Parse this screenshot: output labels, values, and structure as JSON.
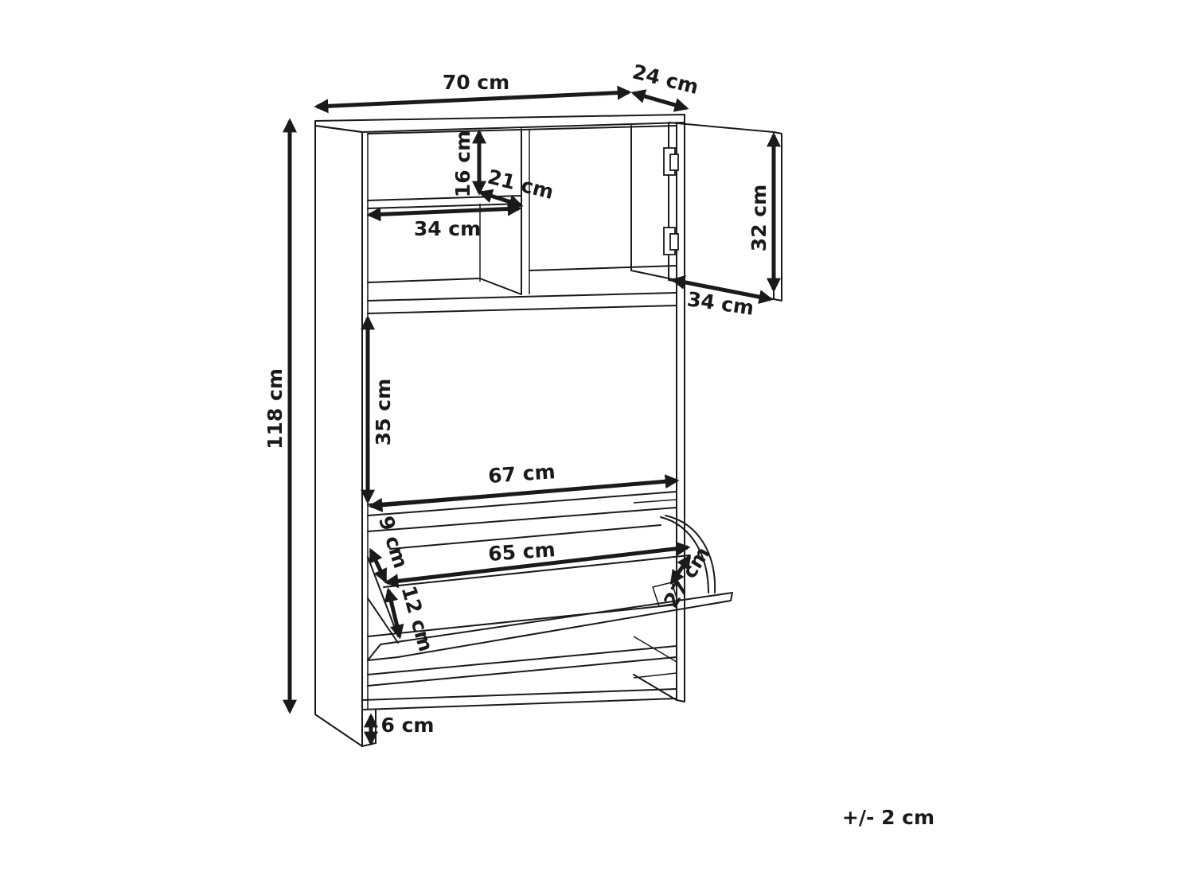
{
  "dimensions": {
    "width": "70 cm",
    "depth": "24 cm",
    "height": "118 cm",
    "shelf_height": "16 cm",
    "shelf_depth": "21 cm",
    "shelf_width": "34 cm",
    "door_height": "32 cm",
    "door_width": "34 cm",
    "open_shelf_height": "35 cm",
    "open_shelf_width": "67 cm",
    "drawer_width": "65 cm",
    "drawer_depth": "9 cm",
    "flap_depth": "12 cm",
    "flap_height": "27 cm",
    "foot_height": "6 cm"
  },
  "tolerance": "+/- 2 cm"
}
